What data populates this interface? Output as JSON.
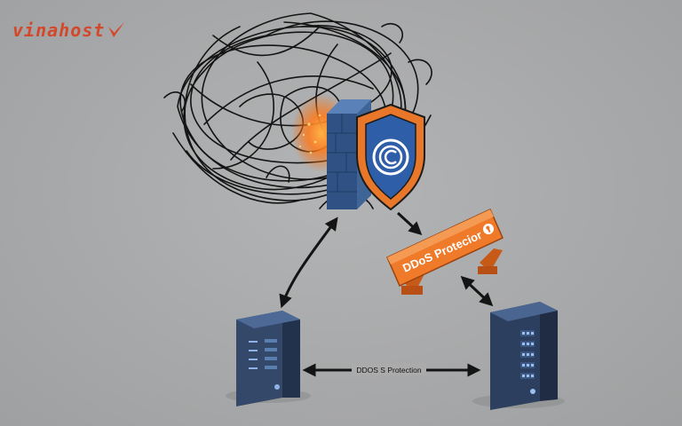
{
  "logo": {
    "text": "vinahost",
    "mark": "checkmark-icon",
    "color": "#d3482a"
  },
  "barrier": {
    "label": "DDoS Protecior"
  },
  "link": {
    "label": "DDOS S Protection"
  },
  "colors": {
    "background": "#a9aaab",
    "shield_orange": "#e8772a",
    "shield_blue": "#2f5ea8",
    "server_dark": "#2e3e57",
    "server_light": "#4a6a95",
    "barrier": "#e86f25",
    "traffic": "#141414"
  },
  "icons": [
    "copyright-icon",
    "keyhole-icon",
    "server-icon",
    "shield-icon"
  ]
}
